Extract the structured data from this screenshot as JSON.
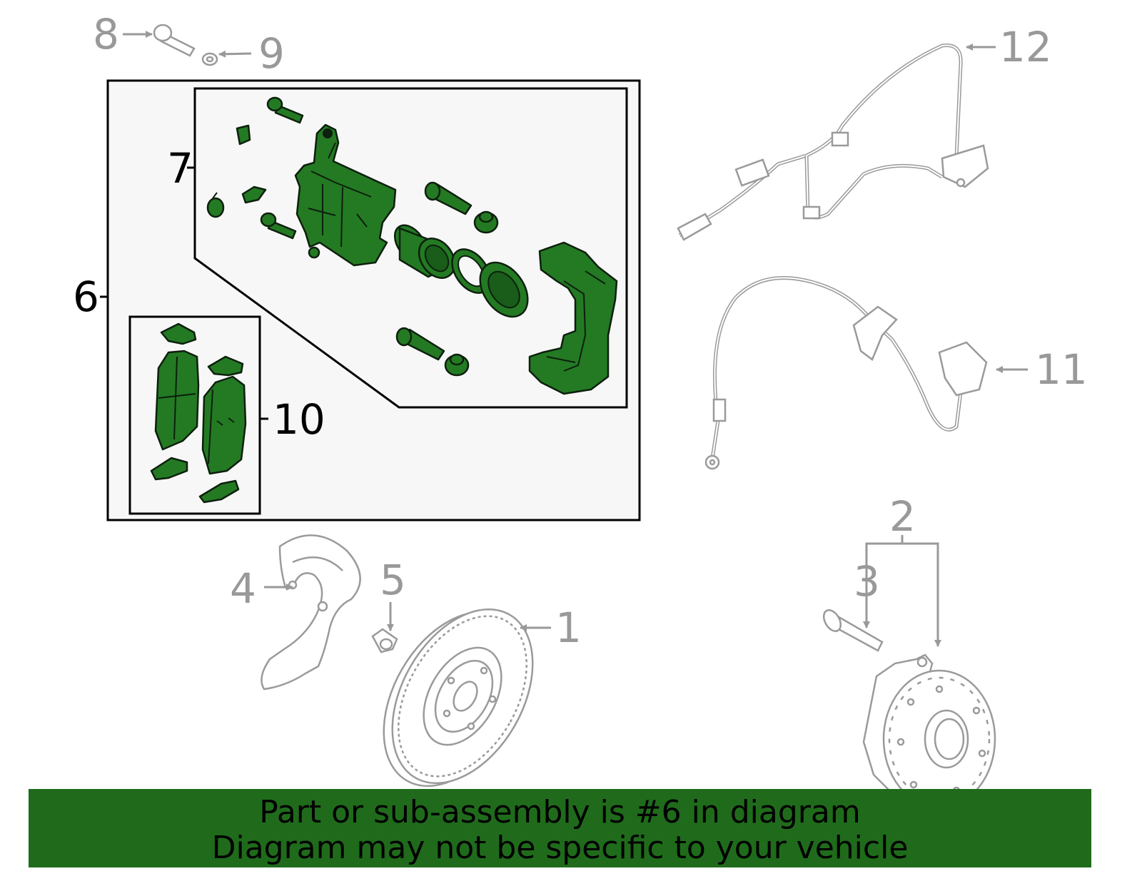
{
  "callouts": {
    "c1": "1",
    "c2": "2",
    "c3": "3",
    "c4": "4",
    "c5": "5",
    "c6": "6",
    "c7": "7",
    "c8": "8",
    "c9": "9",
    "c10": "10",
    "c11": "11",
    "c12": "12"
  },
  "highlight": {
    "part": "6",
    "color": "#237a23"
  },
  "banner": {
    "line1": "Part or sub-assembly is #6 in diagram",
    "line2": "Diagram may not be specific to your vehicle",
    "background": "#1f6b1b"
  }
}
